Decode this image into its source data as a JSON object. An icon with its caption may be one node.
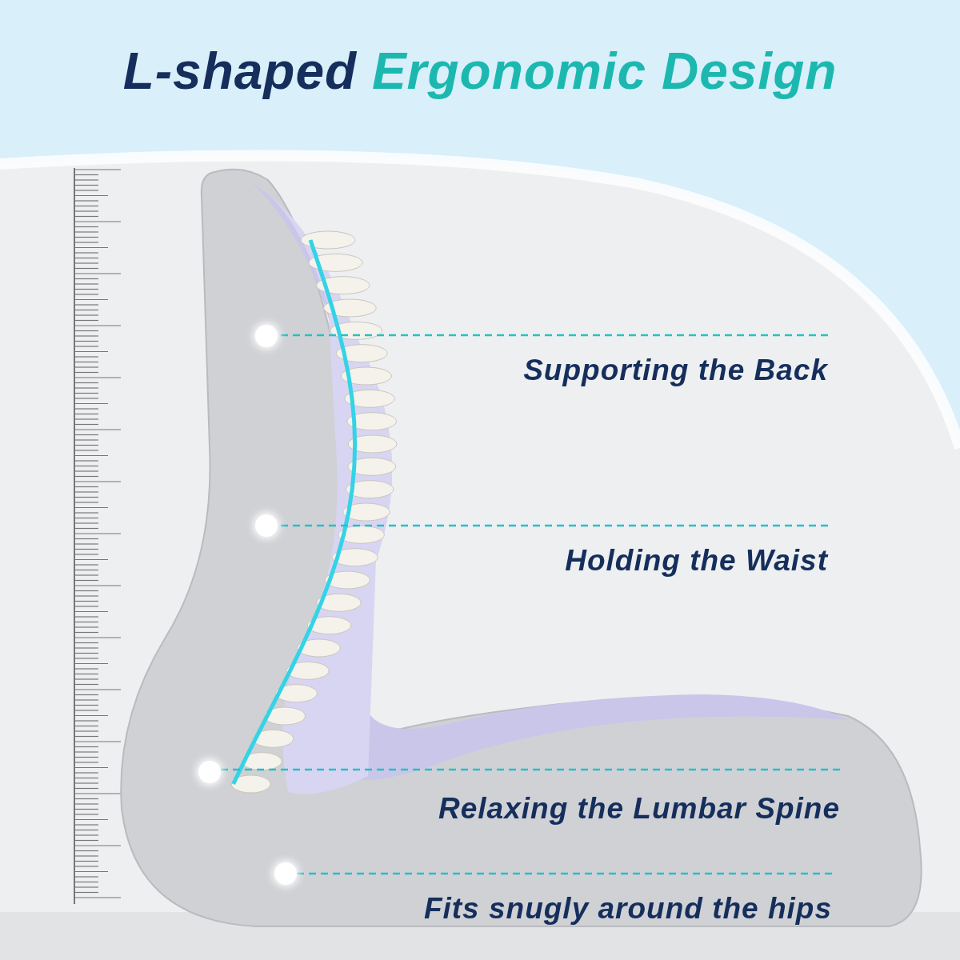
{
  "diagram": {
    "title": "L-shaped Ergonomic Design",
    "nodes": [
      {
        "text": [
          "Supporting the Back"
        ]
      },
      {
        "text": [
          "Holding the Waist"
        ]
      },
      {
        "text": [
          "Relaxing the Lumbar Spine"
        ]
      },
      {
        "text": [
          "Fits snugly around the hips"
        ]
      },
      {
        "text": [],
        "shape": "circle"
      },
      {
        "text": [],
        "shape": "circle"
      },
      {
        "text": [],
        "shape": "circle"
      },
      {
        "text": [],
        "shape": "circle"
      }
    ],
    "edges": [
      {
        "from": 0,
        "to": 4,
        "arrow": "none",
        "style": "dashed"
      },
      {
        "from": 1,
        "to": 5,
        "arrow": "none",
        "style": "dashed"
      },
      {
        "from": 2,
        "to": 6,
        "arrow": "none",
        "style": "dashed"
      },
      {
        "from": 3,
        "to": 7,
        "arrow": "none",
        "style": "dashed"
      }
    ]
  }
}
